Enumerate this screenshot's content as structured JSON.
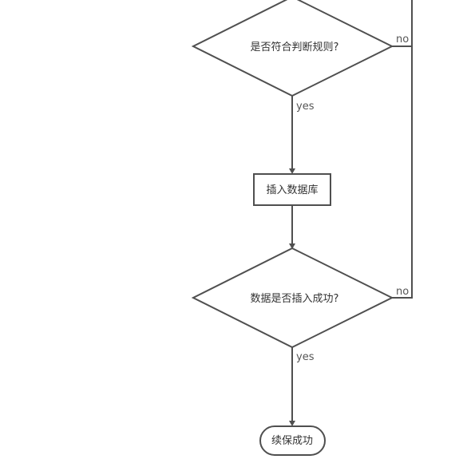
{
  "flowchart": {
    "nodes": {
      "rule_check": {
        "label": "是否符合判断规则?",
        "shape": "decision"
      },
      "insert_db": {
        "label": "插入数据库",
        "shape": "process"
      },
      "insert_check": {
        "label": "数据是否插入成功?",
        "shape": "decision"
      },
      "renew_success": {
        "label": "续保成功",
        "shape": "terminator"
      }
    },
    "edges": {
      "rule_yes": {
        "from": "rule_check",
        "to": "insert_db",
        "label": "yes"
      },
      "rule_no": {
        "from": "rule_check",
        "to": "off-canvas loop",
        "label": "no"
      },
      "insert_to_check": {
        "from": "insert_db",
        "to": "insert_check",
        "label": ""
      },
      "check_yes": {
        "from": "insert_check",
        "to": "renew_success",
        "label": "yes"
      },
      "check_no": {
        "from": "insert_check",
        "to": "off-canvas loop",
        "label": "no"
      }
    },
    "colors": {
      "stroke": "#4f4f4f",
      "text": "#333333",
      "background": "#ffffff"
    }
  }
}
